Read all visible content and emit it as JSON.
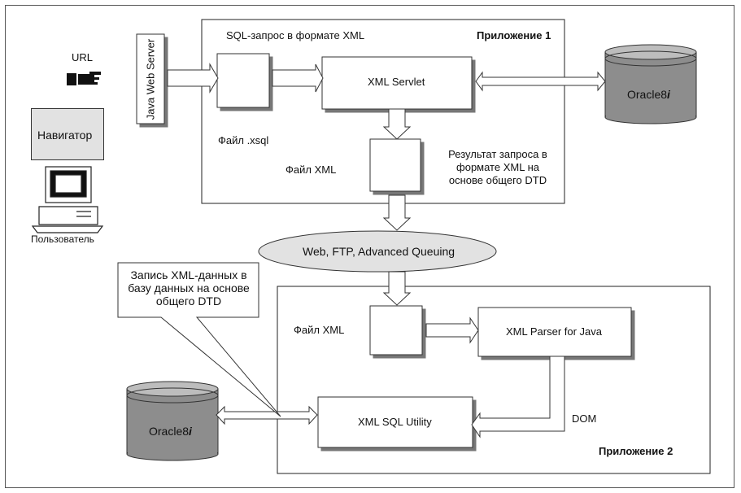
{
  "app1": {
    "title": "Приложение 1",
    "sql_label": "SQL-запрос в формате XML",
    "xsql_label": "Файл .xsql",
    "file_xml_label": "Файл XML",
    "servlet": "XML Servlet",
    "result_label_1": "Результат запроса в",
    "result_label_2": "формате XML на",
    "result_label_3": "основе общего DTD"
  },
  "app2": {
    "title": "Приложение 2",
    "file_xml_label": "Файл XML",
    "parser": "XML Parser for Java",
    "sql_utility": "XML SQL Utility",
    "dom_label": "DOM"
  },
  "left": {
    "url": "URL",
    "navigator": "Навигатор",
    "user": "Пользователь",
    "web_server": "Java Web Server"
  },
  "db": {
    "top": "Oracle8",
    "top_suffix": "i",
    "bottom": "Oracle8",
    "bottom_suffix": "i"
  },
  "transport": "Web, FTP, Advanced Queuing",
  "callout": {
    "line1": "Запись XML-данных в",
    "line2": "базу данных на основе",
    "line3": "общего DTD"
  }
}
